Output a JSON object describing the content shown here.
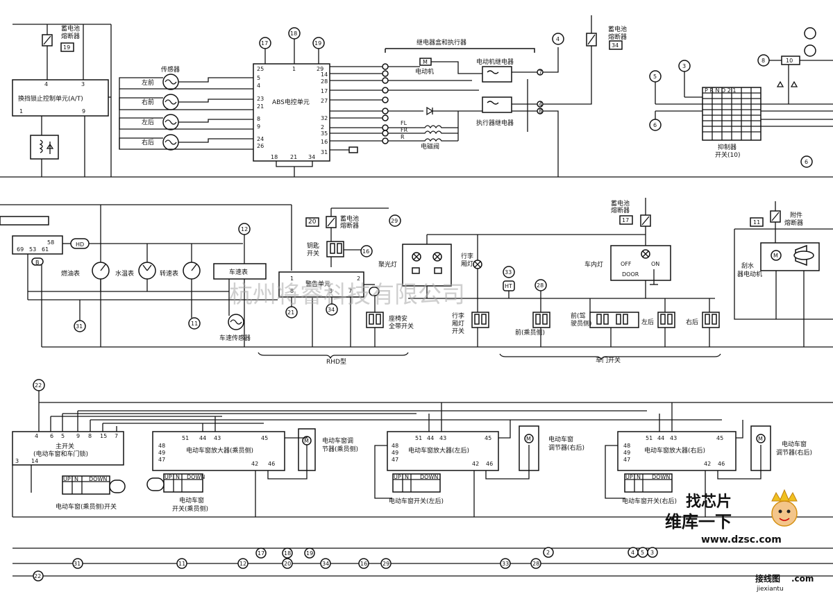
{
  "watermark": "杭州将睿科技有限公司",
  "logo": {
    "brand": "找芯片",
    "line1": "维库一下",
    "site": "www.dzsc.com"
  },
  "footer_logo": {
    "text": "接线图",
    "suffix": ".com",
    "site": "jiexiantu"
  },
  "labels": {
    "fuse19_title_a": "蓄电池",
    "fuse19_title_b": "熔断器",
    "fuse19_num": "19",
    "shift_lock": "换挡锁止控制单元(A/T)",
    "sensor_title": "传感器",
    "fl": "左前",
    "fr": "右前",
    "rl": "左后",
    "rr": "右后",
    "abs_unit": "ABS电控单元",
    "relay_box": "继电器盒和执行器",
    "motor": "电动机",
    "motor_relay": "电动机继电器",
    "actuator_relay": "执行器继电器",
    "solenoid": "电磁阀",
    "sol_fl": "FL",
    "sol_fr": "FR",
    "sol_r": "R",
    "fuse34_a": "蓄电池",
    "fuse34_b": "熔断器",
    "fuse34_num": "34",
    "inhibitor_a": "抑制器",
    "inhibitor_b": "开关(10)",
    "inh_cols": "P R N D 2 1",
    "fuel_gauge": "燃油表",
    "temp_gauge": "水温表",
    "tacho": "转速表",
    "speedometer": "车速表",
    "speed_sensor": "车速传感器",
    "fuse20_num": "20",
    "fuse20_a": "蓄电池",
    "fuse20_b": "熔断器",
    "key_switch_a": "钥匙",
    "key_switch_b": "开关",
    "warning_unit": "警告单元",
    "seatbelt_a": "座椅安",
    "seatbelt_b": "全带开关",
    "spotlight": "聚光灯",
    "trunk_light_a": "行李",
    "trunk_light_b": "厢灯",
    "trunk_sw_a": "行李",
    "trunk_sw_b": "厢灯",
    "trunk_sw_c": "开关",
    "fuse17_a": "蓄电池",
    "fuse17_b": "熔断器",
    "fuse17_num": "17",
    "interior_light": "车内灯",
    "off": "OFF",
    "on": "ON",
    "door": "DOOR",
    "door_front_pass": "前(乘员侧)",
    "door_front_drv_a": "前(驾",
    "door_front_drv_b": "驶员侧)",
    "door_rl": "左后",
    "door_rr": "右后",
    "door_switch": "车门开关",
    "rhd": "RHD型",
    "fuse11_num": "11",
    "fuse11_a": "附件",
    "fuse11_b": "熔断器",
    "wiper_a": "刮水",
    "wiper_b": "器电动机",
    "main_sw_a": "主开关",
    "main_sw_b": "(电动车窗和车门锁)",
    "amp_pass": "电动车窗放大器(乘员侧)",
    "amp_lr": "电动车窗放大器(左后)",
    "amp_rr": "电动车窗放大器(右后)",
    "reg_pass_a": "电动车窗调",
    "reg_pass_b": "节器(乘员侧)",
    "reg_lr_a": "电动车窗",
    "reg_lr_b": "调节器(右后)",
    "reg_rr_a": "电动车窗",
    "reg_rr_b": "调节器(右后)",
    "pw_sw_pass_main": "电动车窗(乘员侧)开关",
    "pw_sw_pass_a": "电动车窗",
    "pw_sw_pass_b": "开关(乘员侧)",
    "pw_sw_lr": "电动车窗开关(左后)",
    "pw_sw_rr": "电动车窗开关(右后)",
    "up": "UP",
    "n": "N",
    "down": "DOWN",
    "hd": "HD",
    "b": "B",
    "ht": "HT"
  },
  "connectors": [
    "31",
    "11",
    "12",
    "17",
    "18",
    "19",
    "34",
    "16",
    "29",
    "33",
    "28",
    "2",
    "4",
    "5",
    "3",
    "22"
  ],
  "pins": {
    "shift": [
      "4",
      "3",
      "1",
      "9"
    ],
    "abs_left": [
      "25",
      "5",
      "4",
      "23",
      "21",
      "8",
      "9",
      "24",
      "26"
    ],
    "abs_right": [
      "29",
      "14",
      "28",
      "17",
      "27",
      "32",
      "2",
      "35",
      "16",
      "31"
    ],
    "abs_top": [
      "1"
    ],
    "abs_bottom": [
      "18",
      "21",
      "34"
    ],
    "warn": [
      "1",
      "8",
      "3",
      "7",
      "2"
    ],
    "cluster": [
      "69",
      "53",
      "61",
      "58"
    ],
    "main_sw_top": [
      "4",
      "6",
      "5",
      "9",
      "8",
      "15",
      "7"
    ],
    "main_sw_bot": [
      "3",
      "14"
    ],
    "amp_top": [
      "51",
      "44",
      "43",
      "45"
    ],
    "amp_left": [
      "48",
      "49",
      "47"
    ],
    "amp_bot": [
      "42",
      "46"
    ]
  }
}
